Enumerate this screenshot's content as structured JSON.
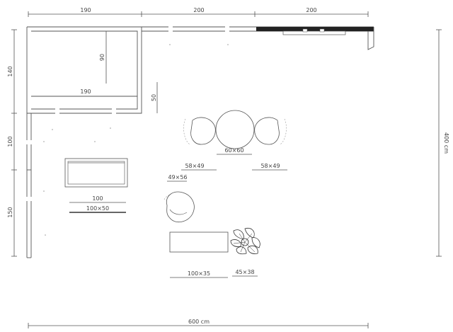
{
  "dimensions": {
    "top_1": "190",
    "top_2": "200",
    "top_3": "200",
    "left_1": "140",
    "left_2": "100",
    "left_3": "150",
    "right_total": "400 cm",
    "bottom_total": "600 cm",
    "alcove_height": "90",
    "alcove_width": "190",
    "post_height": "50"
  },
  "furniture_labels": {
    "round_table": "60×60",
    "chair_left": "58×49",
    "chair_right": "58×49",
    "lounge_chair": "49×56",
    "sideboard_length": "100",
    "sideboard_size": "100×50",
    "bench": "100×35",
    "plant": "45×38"
  }
}
